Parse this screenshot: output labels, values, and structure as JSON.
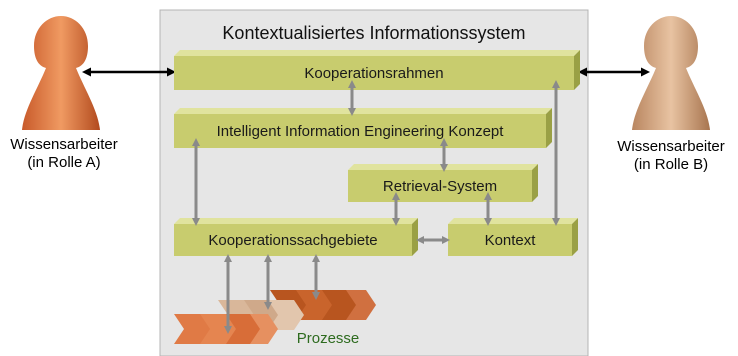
{
  "title": "Kontextualisiertes Informationssystem",
  "boxes": {
    "kooperationsrahmen": "Kooperationsrahmen",
    "iie_konzept": "Intelligent Information Engineering Konzept",
    "retrieval_system": "Retrieval-System",
    "kooperationssachgebiete": "Kooperationssachgebiete",
    "kontext": "Kontext"
  },
  "roles": {
    "left": {
      "name": "Wissensarbeiter",
      "role": "(in Rolle A)"
    },
    "right": {
      "name": "Wissensarbeiter",
      "role": "(in Rolle B)"
    }
  },
  "prozesse": "Prozesse",
  "colors": {
    "panel": "#e6e6e6",
    "box_front": "#c8cc6e",
    "box_top": "#e0e39e",
    "box_side": "#9aa045",
    "connector": "#8a8a8a",
    "person_left": "#e07a45",
    "person_right": "#d6a27c",
    "process_orange": "#e07a45",
    "process_brown": "#b8551f",
    "process_beige": "#d9b79a",
    "prozesse_text": "#2e6b1f"
  }
}
